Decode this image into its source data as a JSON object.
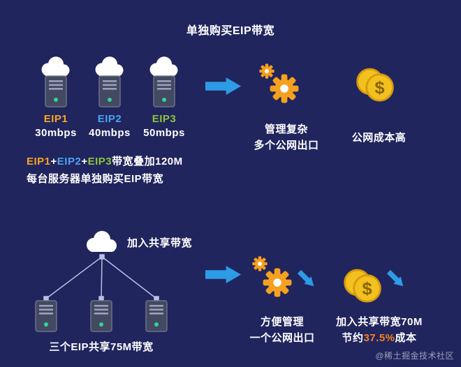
{
  "colors": {
    "background": "#21255d",
    "accent_blue": "#2e9be6",
    "eip1_orange": "#f5a623",
    "eip2_blue": "#4aa3f0",
    "eip3_green": "#8bc53f",
    "gear_orange": "#f5a01e",
    "coin_gold": "#f2c11e",
    "percent_orange": "#f5821f"
  },
  "icons": {
    "coin_symbol": "$",
    "cloud": "cloud-icon",
    "server": "server-icon",
    "gear": "gear-icon",
    "arrow": "arrow-right-icon"
  },
  "top": {
    "title": "单独购买EIP带宽",
    "servers": [
      {
        "label": "EIP1",
        "bandwidth": "30mbps",
        "color": "#f5a623"
      },
      {
        "label": "EIP2",
        "bandwidth": "40mbps",
        "color": "#4aa3f0"
      },
      {
        "label": "EIP3",
        "bandwidth": "50mbps",
        "color": "#8bc53f"
      }
    ],
    "summary": {
      "eip1": "EIP1",
      "plus1": "+",
      "eip2": "EIP2",
      "plus2": "+",
      "eip3": "EIP3",
      "rest": "带宽叠加120M",
      "line2": "每台服务器单独购买EIP带宽"
    },
    "manage": {
      "line1": "管理复杂",
      "line2": "多个公网出口"
    },
    "cost": {
      "line1": "公网成本高"
    }
  },
  "bottom": {
    "title": "加入共享带宽",
    "share_label": "三个EIP共享75M带宽",
    "manage": {
      "line1": "方便管理",
      "line2": "一个公网出口"
    },
    "cost": {
      "line1": "加入共享带宽70M",
      "prefix": "节约",
      "percent": "37.5%",
      "suffix": "成本"
    }
  },
  "watermark": "@稀土掘金技术社区"
}
